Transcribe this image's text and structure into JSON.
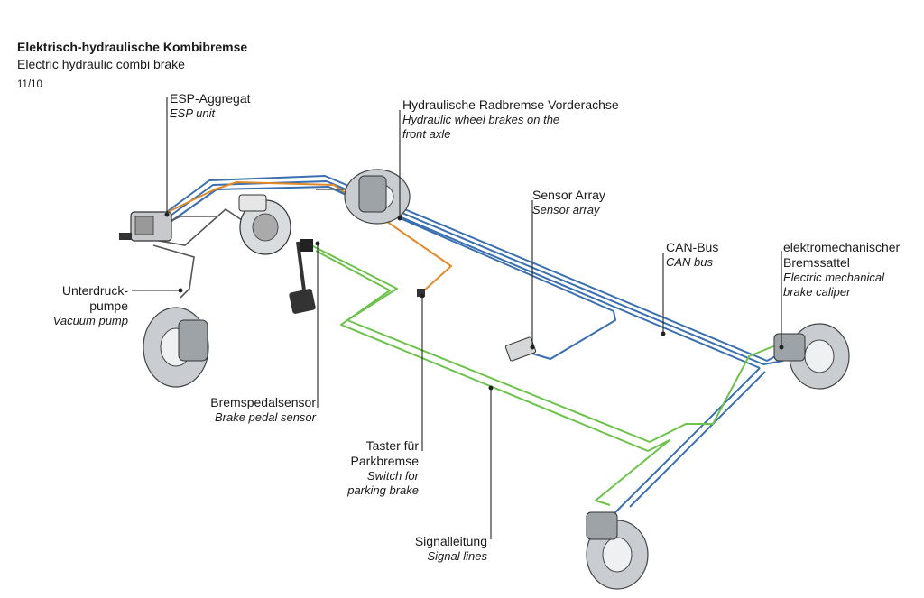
{
  "header": {
    "title": "Elektrisch-hydraulische Kombibremse",
    "subtitle": "Electric hydraulic combi brake",
    "date": "11/10"
  },
  "labels": {
    "esp": {
      "de": "ESP-Aggregat",
      "en": "ESP unit"
    },
    "front_brakes": {
      "de": "Hydraulische Radbremse Vorderachse",
      "en1": "Hydraulic wheel brakes on the",
      "en2": "front axle"
    },
    "sensor_array": {
      "de": "Sensor Array",
      "en": "Sensor array"
    },
    "can_bus": {
      "de": "CAN-Bus",
      "en": "CAN bus"
    },
    "caliper": {
      "de1": "elektromechanischer",
      "de2": "Bremssattel",
      "en1": "Electric mechanical",
      "en2": "brake caliper"
    },
    "vacuum_pump": {
      "de1": "Unterdruck-",
      "de2": "pumpe",
      "en": "Vacuum pump"
    },
    "pedal_sensor": {
      "de": "Bremspedalsensor",
      "en": "Brake pedal sensor"
    },
    "park_switch": {
      "de1": "Taster für",
      "de2": "Parkbremse",
      "en1": "Switch for",
      "en2": "parking brake"
    },
    "signal_lines": {
      "de": "Signalleitung",
      "en": "Signal lines"
    }
  },
  "colors": {
    "can_bus": "#3a6fb0",
    "signal": "#6cc24a",
    "hydraulic": "#e08a2a",
    "leader": "#222222",
    "metal": "#b9bec4"
  }
}
